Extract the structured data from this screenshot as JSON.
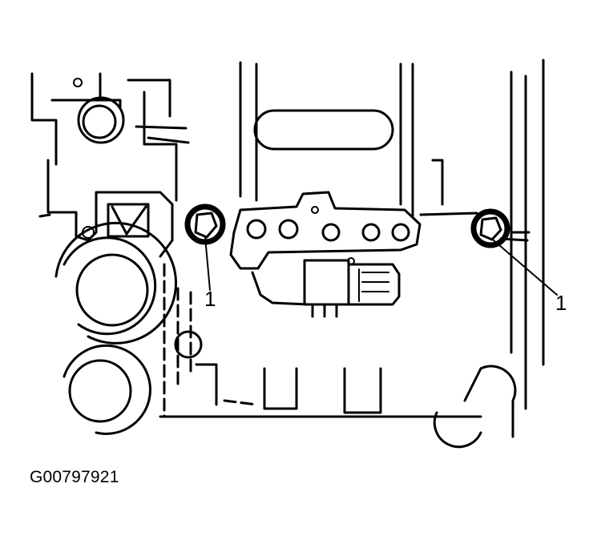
{
  "figure": {
    "id": "G00797921",
    "callouts": [
      "1",
      "1"
    ]
  },
  "colors": {
    "line": "#000000",
    "background": "#ffffff"
  }
}
